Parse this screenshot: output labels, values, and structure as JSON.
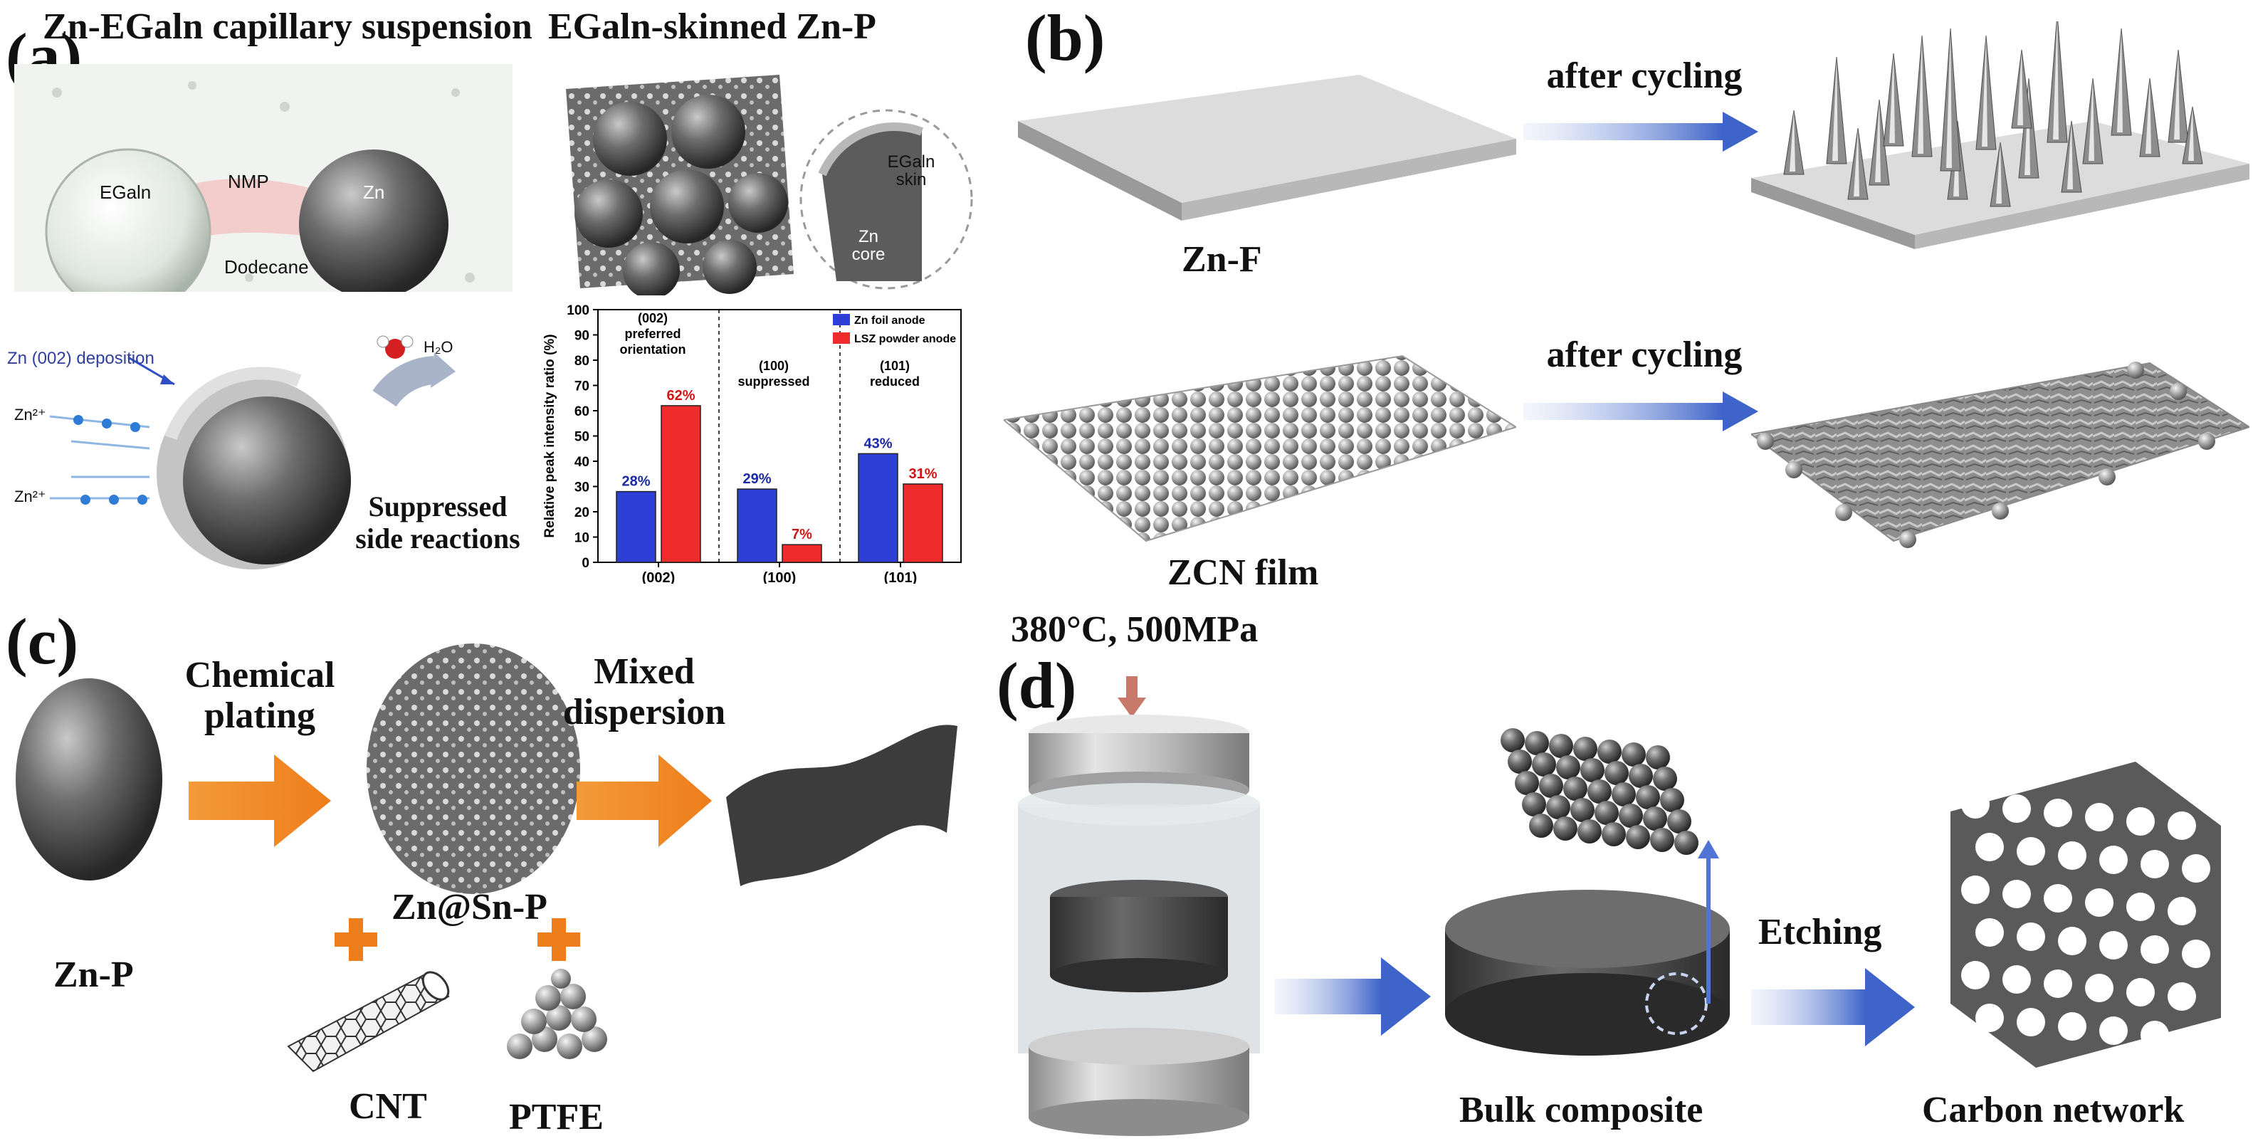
{
  "panels": {
    "a": {
      "letter": "(a)",
      "title_left": "Zn-EGaln capillary suspension",
      "title_right": "EGaln-skinned Zn-P",
      "suspension": {
        "egain": "EGaln",
        "nmp": "NMP",
        "zn": "Zn",
        "medium": "Dodecane"
      },
      "skin_callout": {
        "skin": "EGaln skin",
        "core": "Zn core"
      },
      "deposition": {
        "label": "Zn (002) deposition",
        "ion1": "Zn²⁺",
        "ion2": "Zn²⁺",
        "water": "H₂O",
        "note_line1": "Suppressed",
        "note_line2": "side reactions"
      }
    },
    "b": {
      "letter": "(b)",
      "arrow1": "after cycling",
      "arrow2": "after cycling",
      "caption_top": "Zn-F",
      "caption_bottom": "ZCN film"
    },
    "c": {
      "letter": "(c)",
      "step1_line1": "Chemical",
      "step1_line2": "plating",
      "step2_line1": "Mixed",
      "step2_line2": "dispersion",
      "zn_p": "Zn-P",
      "zn_sn_p": "Zn@Sn-P",
      "cnt": "CNT",
      "ptfe": "PTFE"
    },
    "d": {
      "letter": "(d)",
      "conditions": "380°C, 500MPa",
      "etching": "Etching",
      "bulk": "Bulk composite",
      "carbon": "Carbon network"
    }
  },
  "chart_data": {
    "type": "bar",
    "categories": [
      "(002)",
      "(100)",
      "(101)"
    ],
    "group_labels": [
      [
        "(002)",
        "preferred",
        "orientation"
      ],
      [
        "(100)",
        "suppressed"
      ],
      [
        "(101)",
        "reduced"
      ]
    ],
    "series": [
      {
        "name": "Zn foil anode",
        "color": "#2e3fd8",
        "label_color": "#1b2aa0",
        "values": [
          28,
          29,
          43
        ]
      },
      {
        "name": "LSZ powder anode",
        "color": "#f02b2b",
        "label_color": "#d01515",
        "values": [
          62,
          7,
          31
        ]
      }
    ],
    "value_labels": [
      [
        "28%",
        "29%",
        "43%"
      ],
      [
        "62%",
        "7%",
        "31%"
      ]
    ],
    "ylabel": "Relative peak intensity ratio (%)",
    "ylim": [
      0,
      100
    ],
    "yticks": [
      "0",
      "10",
      "20",
      "30",
      "40",
      "50",
      "60",
      "70",
      "80",
      "90",
      "100"
    ],
    "legend": "top-right",
    "grid": false
  }
}
